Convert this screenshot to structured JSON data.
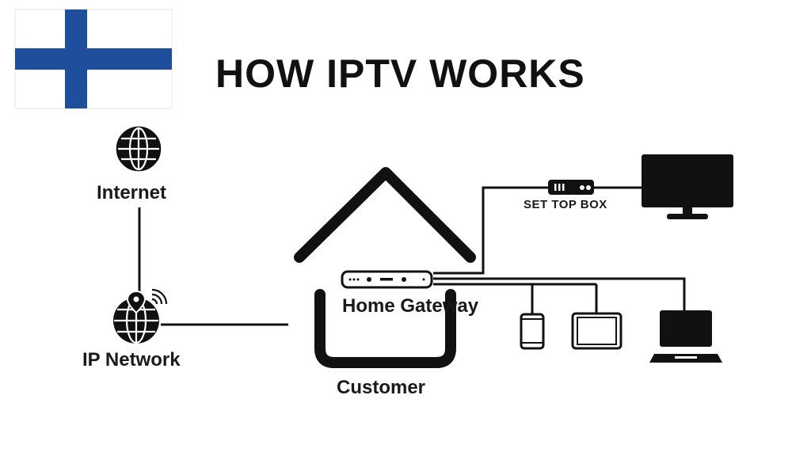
{
  "title": "HOW IPTV WORKS",
  "nodes": {
    "internet": "Internet",
    "ip_network": "IP Network",
    "home_gateway": "Home Gateway",
    "customer": "Customer",
    "set_top_box": "SET TOP BOX"
  },
  "colors": {
    "flag_blue": "#1f4e9c",
    "flag_white": "#ffffff",
    "line": "#111111"
  },
  "icons": [
    "finland-flag",
    "globe-icon",
    "globe-location-icon",
    "house-icon",
    "router-icon",
    "set-top-box-icon",
    "tv-icon",
    "phone-icon",
    "tablet-icon",
    "laptop-icon"
  ]
}
